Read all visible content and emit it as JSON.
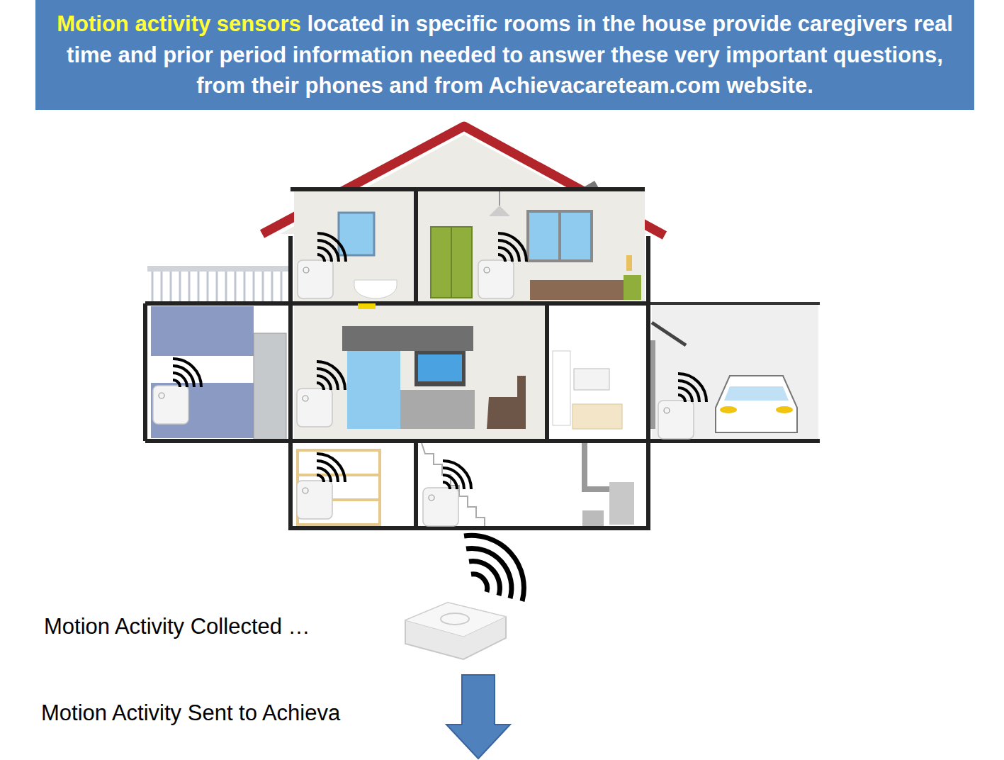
{
  "diagram": {
    "nodes": [
      {
        "text": [
          "Motion activity sensors",
          "located in specific rooms in the house provide caregivers real time and prior period information needed to answer these very important questions, from their phones and from Achievacareteam.com website."
        ]
      }
    ],
    "labels": [
      "Motion Activity Collected …",
      "Motion Activity Sent to Achieva"
    ]
  }
}
